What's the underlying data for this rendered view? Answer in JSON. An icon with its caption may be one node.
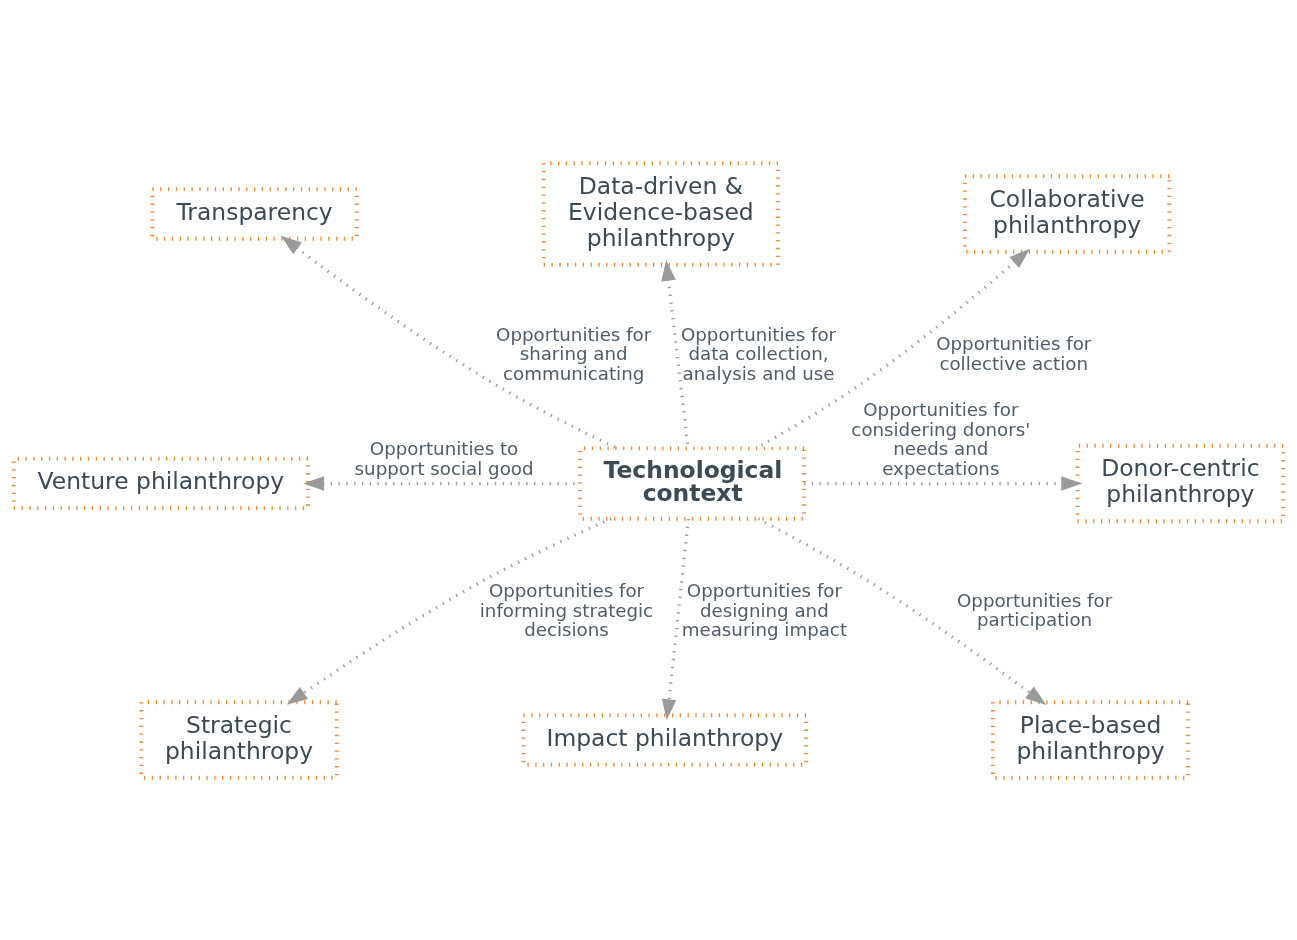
{
  "diagram": {
    "nodes": [
      {
        "text": [
          "Technological context"
        ]
      },
      {
        "text": [
          "Transparency"
        ]
      },
      {
        "text": [
          "Data-driven & Evidence-based philanthropy"
        ]
      },
      {
        "text": [
          "Collaborative philanthropy"
        ]
      },
      {
        "text": [
          "Venture philanthropy"
        ]
      },
      {
        "text": [
          "Donor-centric philanthropy"
        ]
      },
      {
        "text": [
          "Strategic philanthropy"
        ]
      },
      {
        "text": [
          "Impact philanthropy"
        ]
      },
      {
        "text": [
          "Place-based philanthropy"
        ]
      }
    ],
    "edges": [
      {
        "from": 0,
        "to": 3,
        "arrow": "to",
        "label": "Opportunities for collective action"
      },
      {
        "from": 0,
        "to": 2,
        "arrow": "to",
        "label": "Opportunities for data collection, analysis and use"
      },
      {
        "from": 0,
        "to": 1,
        "arrow": "to",
        "label": "Opportunities for sharing and communicating"
      },
      {
        "from": 0,
        "to": 4,
        "arrow": "to",
        "label": "Opportunities to support social good"
      },
      {
        "from": 0,
        "to": 6,
        "arrow": "to",
        "label": "Opportunities for informing strategic decisions"
      },
      {
        "from": 0,
        "to": 7,
        "arrow": "to",
        "label": "Opportunities for designing and measuring impact"
      },
      {
        "from": 0,
        "to": 8,
        "arrow": "to",
        "label": "Opportunities for participation"
      },
      {
        "from": 0,
        "to": 5,
        "arrow": "to",
        "label": "Opportunities for considering donors' needs and expectations"
      }
    ]
  }
}
